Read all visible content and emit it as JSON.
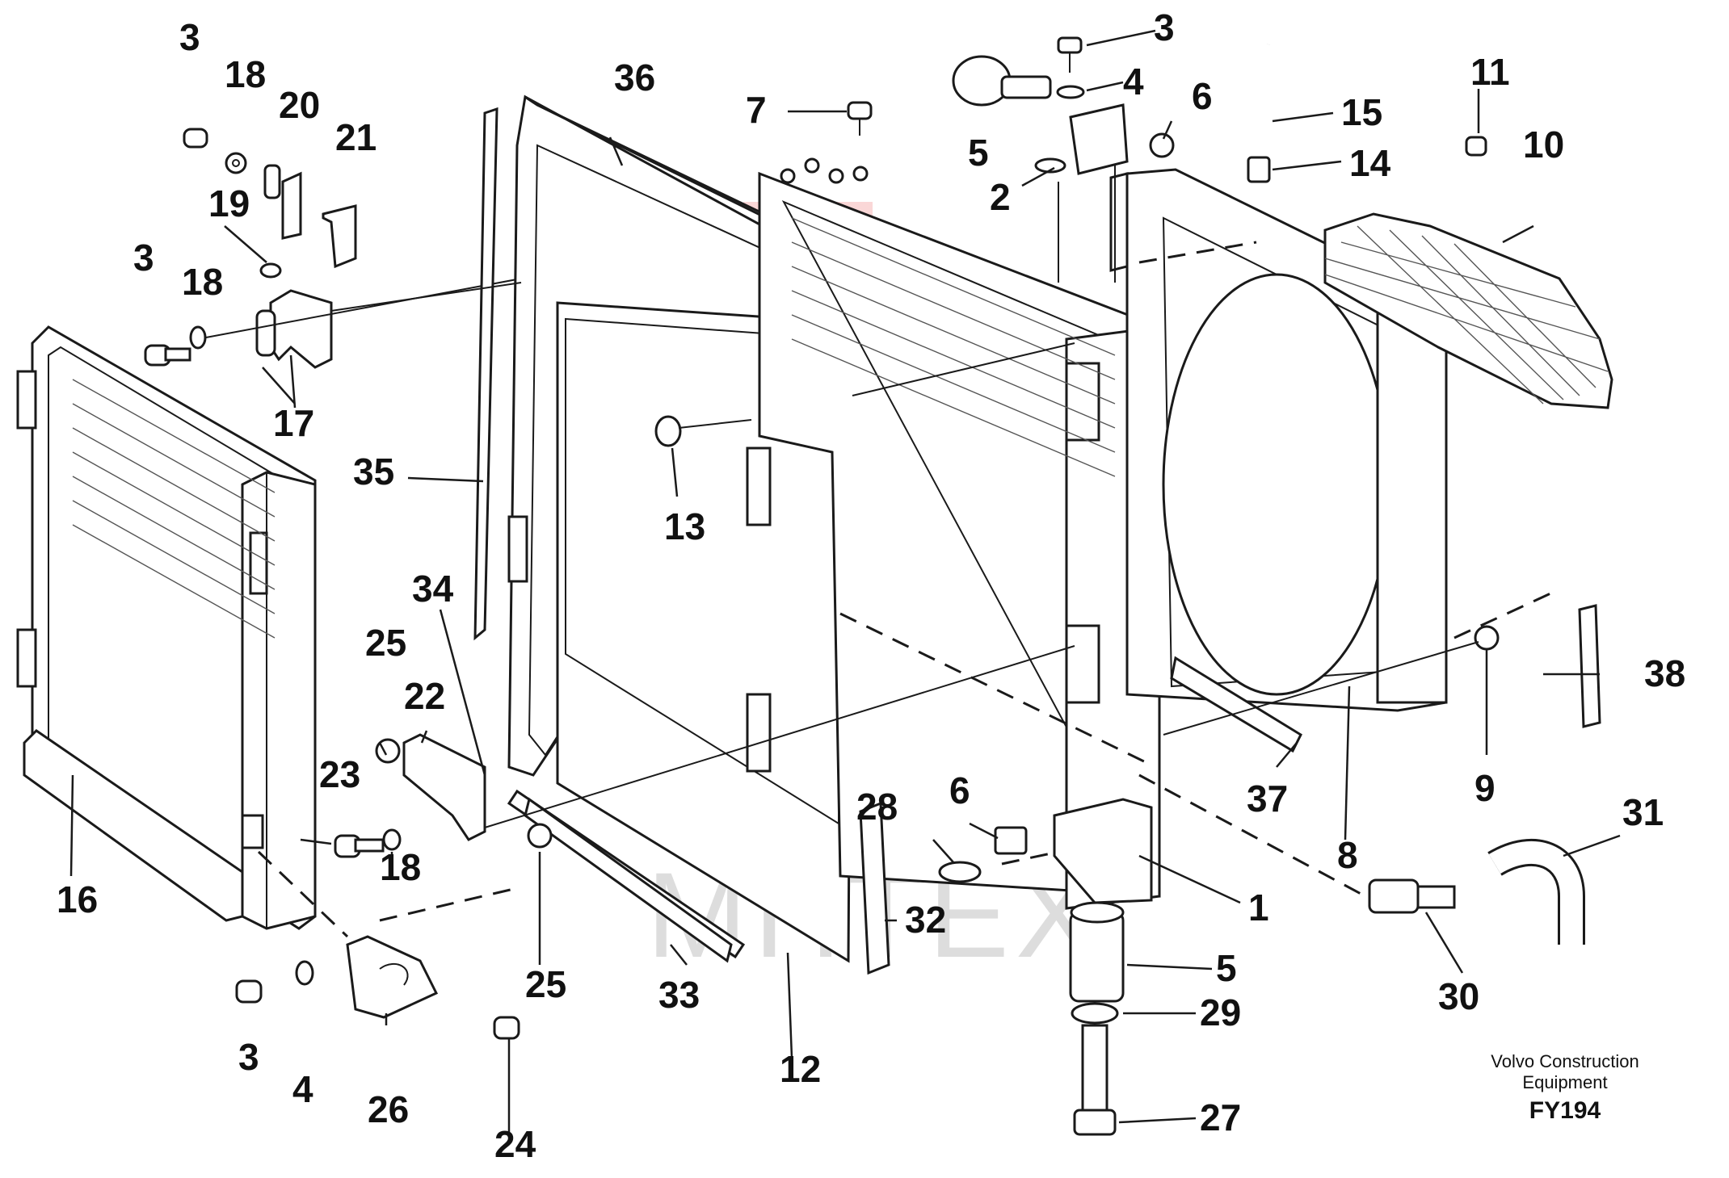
{
  "diagram": {
    "watermark_text": "MHTEX",
    "footer": {
      "line1": "Volvo Construction",
      "line2": "Equipment",
      "code": "FY194"
    },
    "callouts": [
      {
        "id": "c3a",
        "text": "3"
      },
      {
        "id": "c18a",
        "text": "18"
      },
      {
        "id": "c20",
        "text": "20"
      },
      {
        "id": "c21",
        "text": "21"
      },
      {
        "id": "c19",
        "text": "19"
      },
      {
        "id": "c3b",
        "text": "3"
      },
      {
        "id": "c18b",
        "text": "18"
      },
      {
        "id": "c17",
        "text": "17"
      },
      {
        "id": "c36",
        "text": "36"
      },
      {
        "id": "c35",
        "text": "35"
      },
      {
        "id": "c13",
        "text": "13"
      },
      {
        "id": "c7",
        "text": "7"
      },
      {
        "id": "c3c",
        "text": "3"
      },
      {
        "id": "c4a",
        "text": "4"
      },
      {
        "id": "c5a",
        "text": "5"
      },
      {
        "id": "c6a",
        "text": "6"
      },
      {
        "id": "c2",
        "text": "2"
      },
      {
        "id": "c15",
        "text": "15"
      },
      {
        "id": "c14",
        "text": "14"
      },
      {
        "id": "c11",
        "text": "11"
      },
      {
        "id": "c10",
        "text": "10"
      },
      {
        "id": "c38",
        "text": "38"
      },
      {
        "id": "c9",
        "text": "9"
      },
      {
        "id": "c37",
        "text": "37"
      },
      {
        "id": "c8",
        "text": "8"
      },
      {
        "id": "c31",
        "text": "31"
      },
      {
        "id": "c1",
        "text": "1"
      },
      {
        "id": "c30",
        "text": "30"
      },
      {
        "id": "c34",
        "text": "34"
      },
      {
        "id": "c25a",
        "text": "25"
      },
      {
        "id": "c22",
        "text": "22"
      },
      {
        "id": "c23",
        "text": "23"
      },
      {
        "id": "c18c",
        "text": "18"
      },
      {
        "id": "c16",
        "text": "16"
      },
      {
        "id": "c25b",
        "text": "25"
      },
      {
        "id": "c33",
        "text": "33"
      },
      {
        "id": "c12",
        "text": "12"
      },
      {
        "id": "c28",
        "text": "28"
      },
      {
        "id": "c6b",
        "text": "6"
      },
      {
        "id": "c32",
        "text": "32"
      },
      {
        "id": "c5b",
        "text": "5"
      },
      {
        "id": "c29",
        "text": "29"
      },
      {
        "id": "c27",
        "text": "27"
      },
      {
        "id": "c3d",
        "text": "3"
      },
      {
        "id": "c4b",
        "text": "4"
      },
      {
        "id": "c26",
        "text": "26"
      },
      {
        "id": "c24",
        "text": "24"
      }
    ]
  }
}
